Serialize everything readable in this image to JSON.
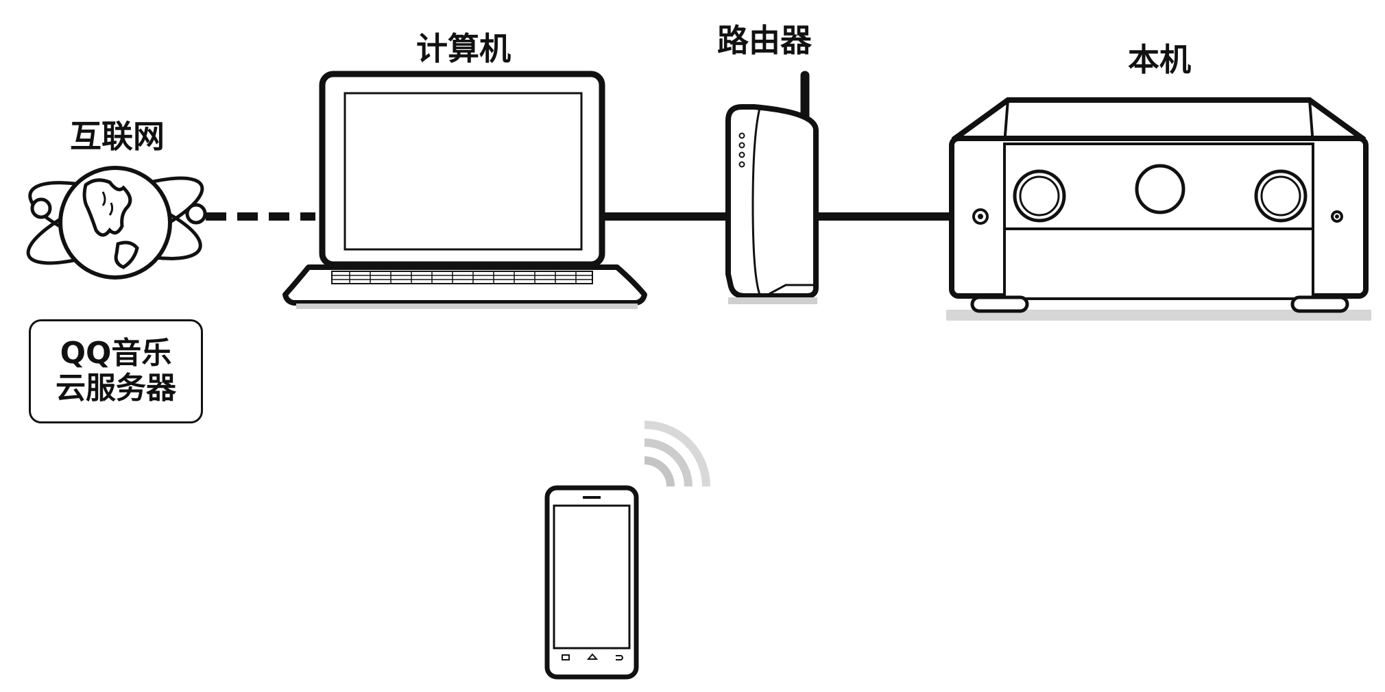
{
  "labels": {
    "internet": "互联网",
    "computer": "计算机",
    "router": "路由器",
    "unit": "本机"
  },
  "server": {
    "line1": "QQ音乐",
    "line2": "云服务器"
  },
  "icons": [
    "globe-icon",
    "laptop-icon",
    "router-icon",
    "av-receiver-icon",
    "smartphone-icon",
    "wireless-signal-icon"
  ],
  "colors": {
    "stroke": "#111111",
    "shadow": "#d6d6d6"
  }
}
